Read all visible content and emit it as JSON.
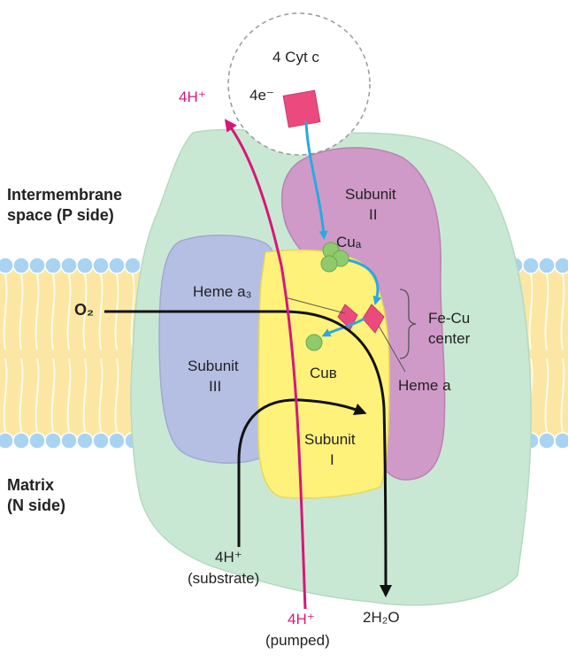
{
  "labels": {
    "cyt_c": "4 Cyt c",
    "four_e": "4e⁻",
    "h_top": "4H⁺",
    "ims_line1": "Intermembrane",
    "ims_line2": "space (P side)",
    "matrix_line1": "Matrix",
    "matrix_line2": "(N side)",
    "o2": "O₂",
    "subunit_ii_line1": "Subunit",
    "subunit_ii_line2": "II",
    "cua": "Cuₐ",
    "heme_a3": "Heme a₃",
    "fe_cu_line1": "Fe-Cu",
    "fe_cu_line2": "center",
    "subunit_iii_line1": "Subunit",
    "subunit_iii_line2": "III",
    "cub": "Cuʙ",
    "heme_a": "Heme a",
    "subunit_i_line1": "Subunit",
    "subunit_i_line2": "I",
    "h_substrate": "4H⁺",
    "substrate": "(substrate)",
    "h_pumped": "4H⁺",
    "pumped": "(pumped)",
    "water": "2H₂O"
  },
  "colors": {
    "complex": "#c9e8d4",
    "subunit_ii": "#cf9ac8",
    "subunit_iii": "#b5bfe3",
    "subunit_i": "#fff27a",
    "membrane_head": "#a9d3f2",
    "membrane_core": "#fbe7a3",
    "copper": "#8fca6d",
    "heme": "#ec4a7e",
    "electron_path": "#29a9e0",
    "proton_path": "#d6177a",
    "chem_path": "#111111"
  }
}
